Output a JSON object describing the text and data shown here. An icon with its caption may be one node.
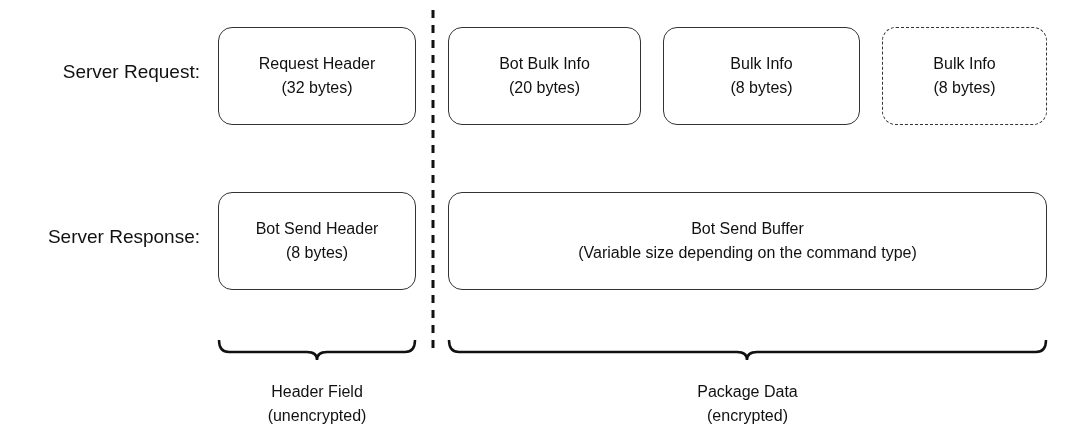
{
  "diagram": {
    "nodes": [
      {
        "text": [
          "Request Header",
          "(32 bytes)"
        ]
      },
      {
        "text": [
          "Bot Bulk Info",
          "(20 bytes)"
        ]
      },
      {
        "text": [
          "Bulk Info",
          "(8 bytes)"
        ]
      },
      {
        "text": [
          "Bulk Info",
          "(8 bytes)"
        ]
      },
      {
        "text": [
          "Bot Send Header",
          "(8 bytes)"
        ]
      },
      {
        "text": [
          "Bot Send Buffer",
          "(Variable size depending on the command type)"
        ]
      }
    ],
    "labels": [
      "Server Request:",
      "Server Response:",
      "Header Field (unencrypted)",
      "Package Data (encrypted)"
    ]
  }
}
